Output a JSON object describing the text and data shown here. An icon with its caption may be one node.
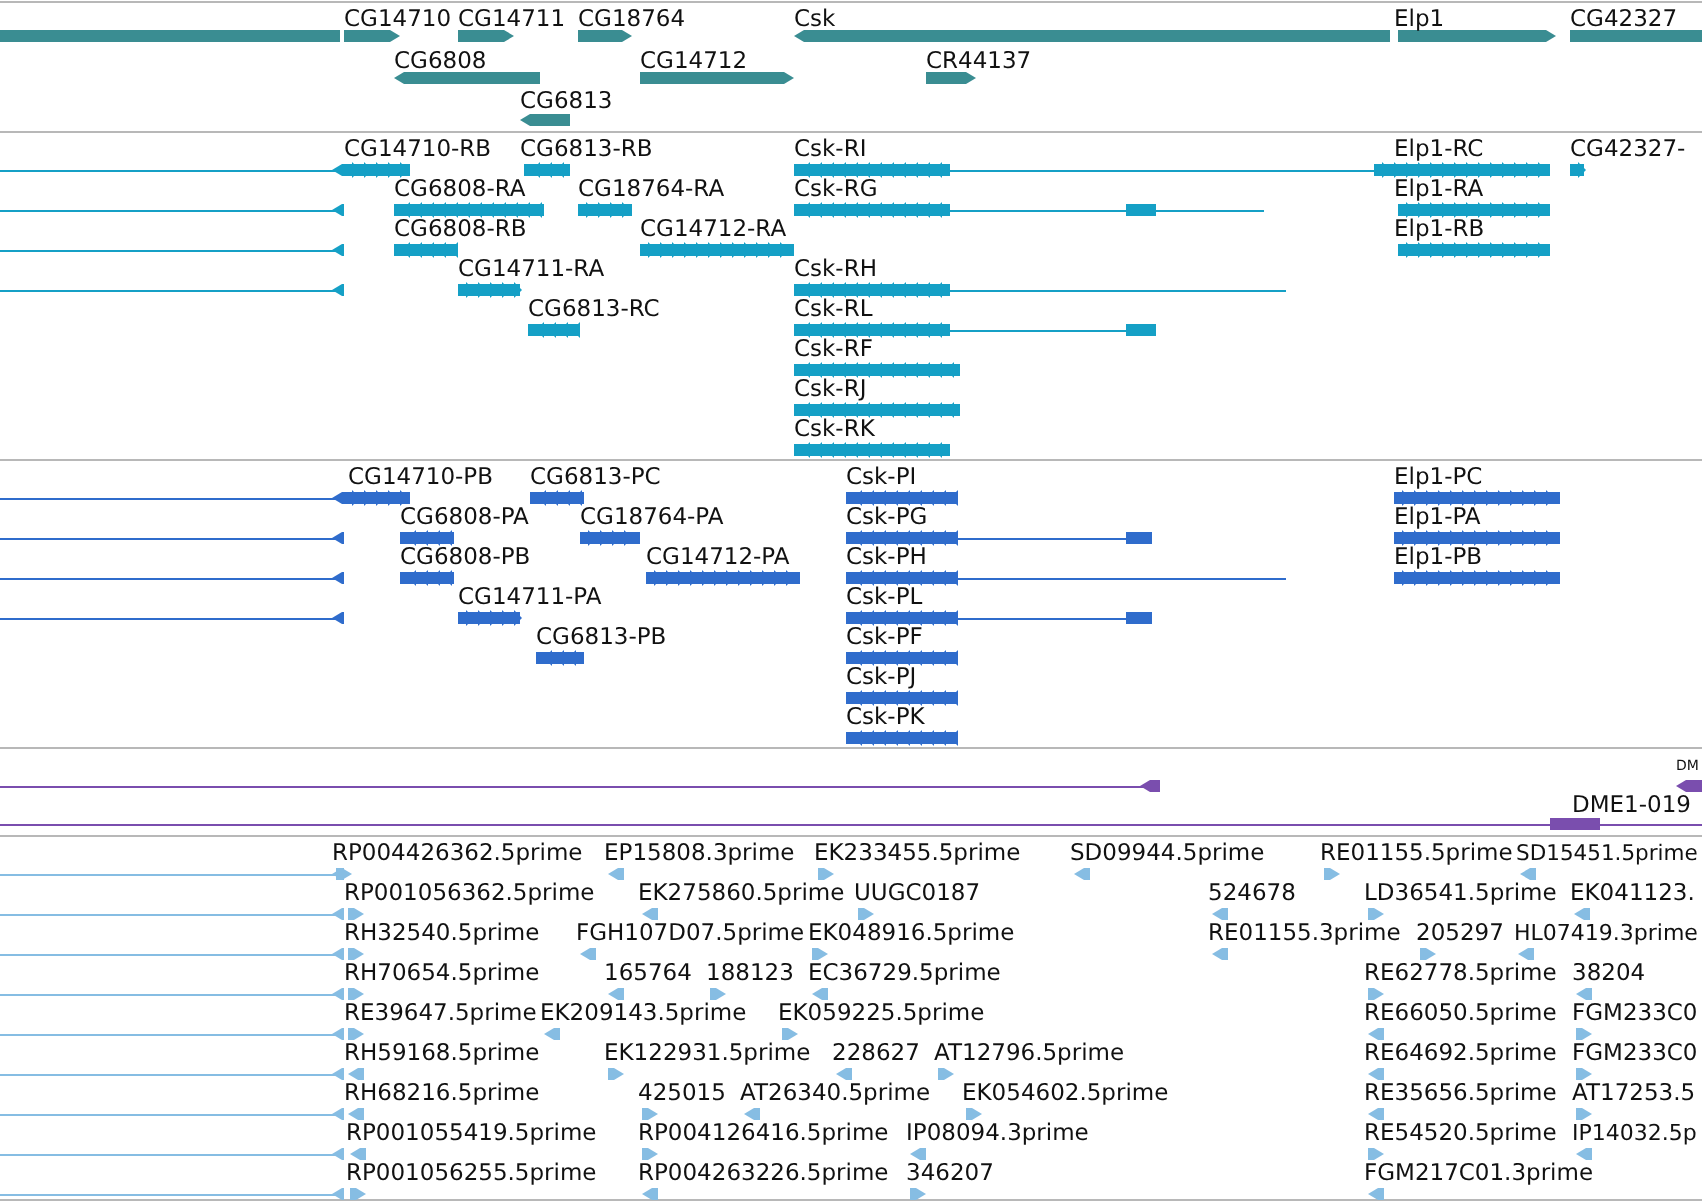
{
  "diagram": {
    "labels": [
      "CG14710",
      "CG14711",
      "CG18764",
      "Csk",
      "Elp1",
      "CG42327",
      "CG6808",
      "CG14712",
      "CR44137",
      "CG6813",
      "CG14710-RB",
      "CG6813-RB",
      "Csk-RI",
      "Elp1-RC",
      "CG42327-",
      "CG6808-RA",
      "CG18764-RA",
      "Csk-RG",
      "Elp1-RA",
      "CG6808-RB",
      "CG14712-RA",
      "Elp1-RB",
      "CG14711-RA",
      "Csk-RH",
      "CG6813-RC",
      "Csk-RL",
      "Csk-RF",
      "Csk-RJ",
      "Csk-RK",
      "CG14710-PB",
      "CG6813-PC",
      "Csk-PI",
      "Elp1-PC",
      "CG6808-PA",
      "CG18764-PA",
      "Csk-PG",
      "Elp1-PA",
      "CG6808-PB",
      "CG14712-PA",
      "Csk-PH",
      "Elp1-PB",
      "CG14711-PA",
      "Csk-PL",
      "CG6813-PB",
      "Csk-PF",
      "Csk-PJ",
      "Csk-PK",
      "DM",
      "DME1-019",
      "RP004426362.5prime",
      "EP15808.3prime",
      "EK233455.5prime",
      "SD09944.5prime",
      "RE01155.5prime",
      "SD15451.5prime",
      "RP001056362.5prime",
      "EK275860.5prime",
      "UUGC0187",
      "524678",
      "LD36541.5prime",
      "EK041123.",
      "RH32540.5prime",
      "FGH107D07.5prime",
      "EK048916.5prime",
      "RE01155.3prime",
      "205297",
      "HL07419.3prime",
      "RH70654.5prime",
      "165764",
      "188123",
      "EC36729.5prime",
      "RE62778.5prime",
      "38204",
      "RE39647.5prime",
      "EK209143.5prime",
      "EK059225.5prime",
      "RE66050.5prime",
      "FGM233C0",
      "RH59168.5prime",
      "EK122931.5prime",
      "228627",
      "AT12796.5prime",
      "RE64692.5prime",
      "FGM233C0",
      "RH68216.5prime",
      "425015",
      "AT26340.5prime",
      "EK054602.5prime",
      "RE35656.5prime",
      "AT17253.5",
      "RP001055419.5prime",
      "RP004126416.5prime",
      "IP08094.3prime",
      "RE54520.5prime",
      "IP14032.5p",
      "RP001056255.5prime",
      "RP004263226.5prime",
      "346207",
      "FGM217C01.3prime"
    ]
  }
}
